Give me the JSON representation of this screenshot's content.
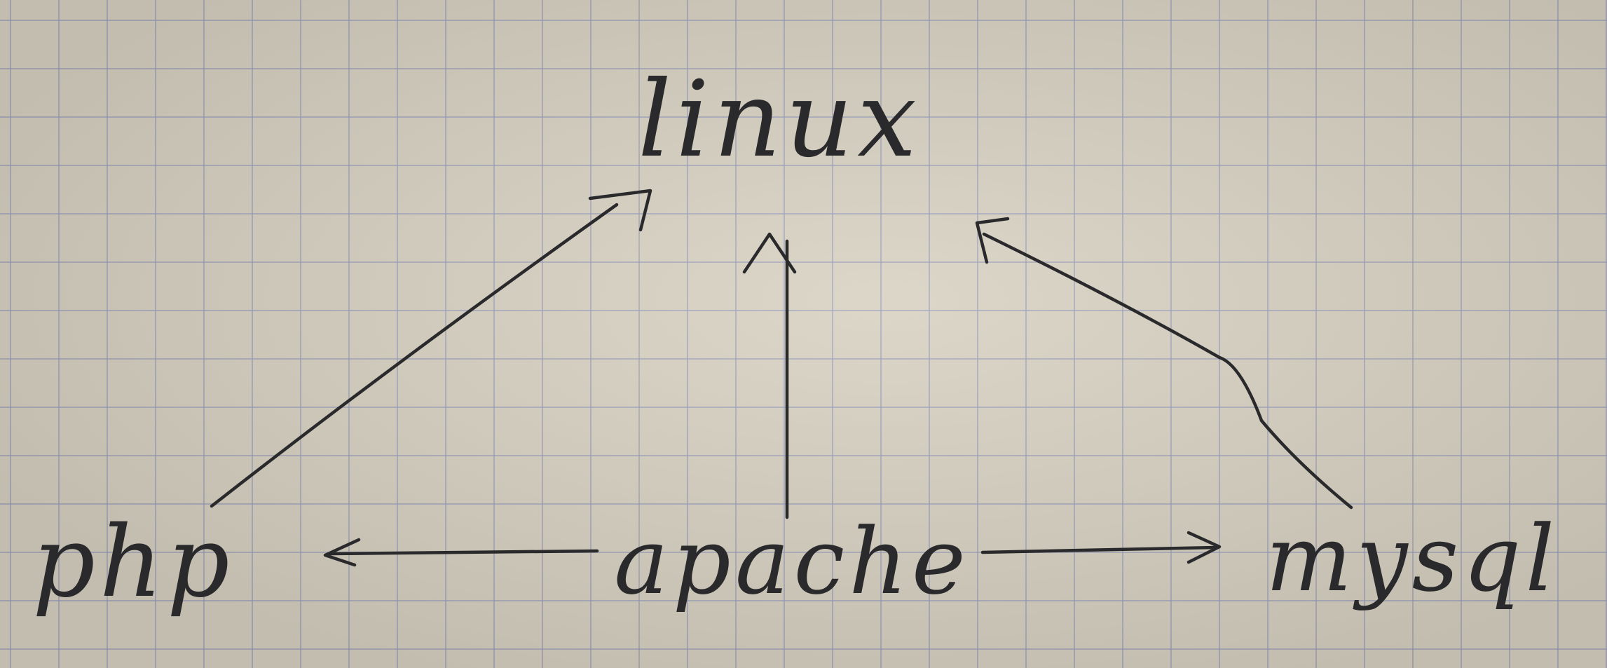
{
  "diagram": {
    "nodes": [
      {
        "id": "linux",
        "label": "linux"
      },
      {
        "id": "php",
        "label": "php"
      },
      {
        "id": "apache",
        "label": "apache"
      },
      {
        "id": "mysql",
        "label": "mysql"
      }
    ],
    "edges": [
      {
        "from": "php",
        "to": "linux"
      },
      {
        "from": "apache",
        "to": "linux"
      },
      {
        "from": "mysql",
        "to": "linux"
      },
      {
        "from": "apache",
        "to": "php"
      },
      {
        "from": "apache",
        "to": "mysql"
      }
    ]
  }
}
